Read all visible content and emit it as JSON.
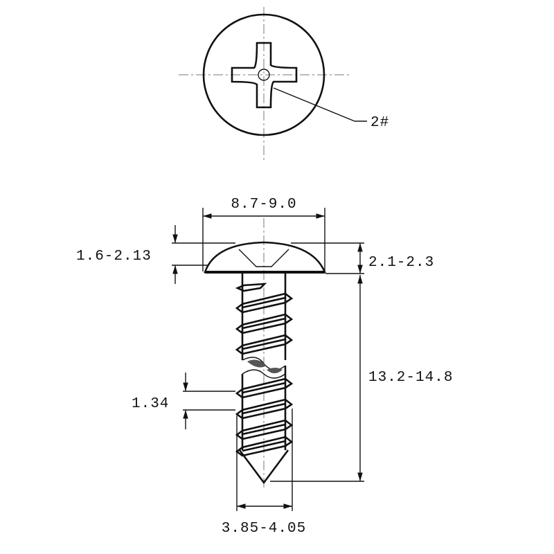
{
  "drawing": {
    "title": "Phillips truss head self-tapping screw",
    "recess_callout": "2#",
    "dimensions": {
      "head_diameter": "8.7-9.0",
      "head_height_left": "1.6-2.13",
      "head_height_right": "2.1-2.3",
      "length": "13.2-14.8",
      "thread_pitch": "1.34",
      "thread_diameter": "3.85-4.05"
    },
    "colors": {
      "line": "#111111",
      "centerline": "#777777",
      "hatch": "#555555"
    }
  }
}
